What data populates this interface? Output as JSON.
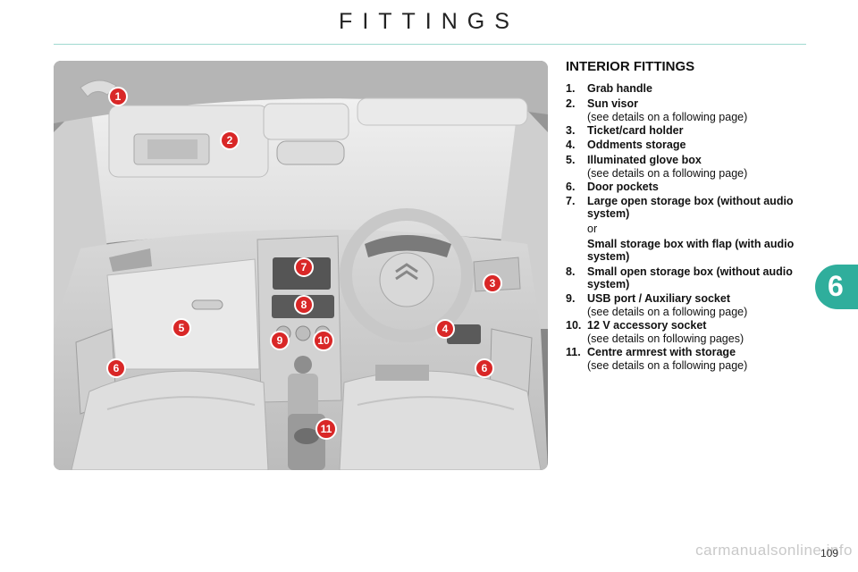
{
  "page": {
    "title": "FITTINGS",
    "page_number": "109",
    "chapter_tab": "6",
    "watermark": "carmanualsonline.info"
  },
  "section": {
    "heading": "INTERIOR FITTINGS",
    "items": [
      {
        "num": "1.",
        "label": "Grab handle"
      },
      {
        "num": "2.",
        "label": "Sun visor",
        "note": "(see details on a following page)"
      },
      {
        "num": "3.",
        "label": "Ticket/card holder"
      },
      {
        "num": "4.",
        "label": "Oddments storage"
      },
      {
        "num": "5.",
        "label": "Illuminated glove box",
        "note": "(see details on a following page)"
      },
      {
        "num": "6.",
        "label": "Door pockets"
      },
      {
        "num": "7.",
        "label": "Large open storage box (without audio system)",
        "or": "or",
        "alt": "Small storage box with flap (with audio system)"
      },
      {
        "num": "8.",
        "label": "Small open storage box (without audio system)"
      },
      {
        "num": "9.",
        "label": "USB port / Auxiliary socket",
        "note": "(see details on a following page)"
      },
      {
        "num": "10.",
        "label": "12 V accessory socket",
        "note": "(see details on following pages)"
      },
      {
        "num": "11.",
        "label": "Centre armrest with storage",
        "note": "(see details on a following page)"
      }
    ]
  },
  "figure": {
    "callouts": [
      "1",
      "2",
      "3",
      "4",
      "5",
      "6",
      "6",
      "7",
      "8",
      "9",
      "10",
      "11"
    ]
  },
  "colors": {
    "accent": "#2fae9c",
    "callout": "#d92727",
    "rule": "#9fd9d0"
  }
}
